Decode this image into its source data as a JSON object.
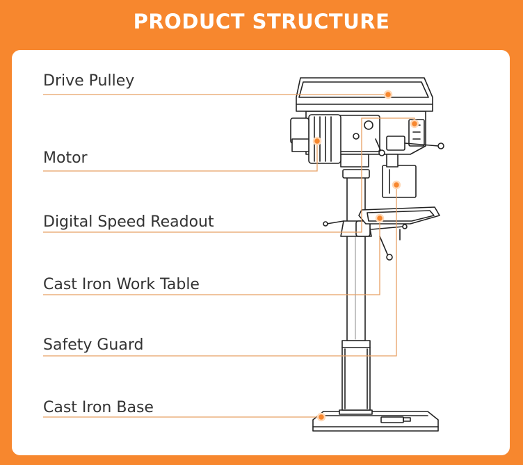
{
  "header": {
    "title": "PRODUCT STRUCTURE"
  },
  "colors": {
    "background": "#F7872E",
    "panel": "#FFFFFF",
    "accent": "#F7872E",
    "leader": "#E8A065",
    "text": "#333333",
    "line": "#222222"
  },
  "parts": [
    {
      "id": "drive-pulley",
      "label": "Drive Pulley"
    },
    {
      "id": "motor",
      "label": "Motor"
    },
    {
      "id": "digital-speed-readout",
      "label": "Digital Speed Readout"
    },
    {
      "id": "cast-iron-work-table",
      "label": "Cast Iron Work Table"
    },
    {
      "id": "safety-guard",
      "label": "Safety Guard"
    },
    {
      "id": "cast-iron-base",
      "label": "Cast Iron Base"
    }
  ],
  "illustration": {
    "subject": "drill-press"
  }
}
